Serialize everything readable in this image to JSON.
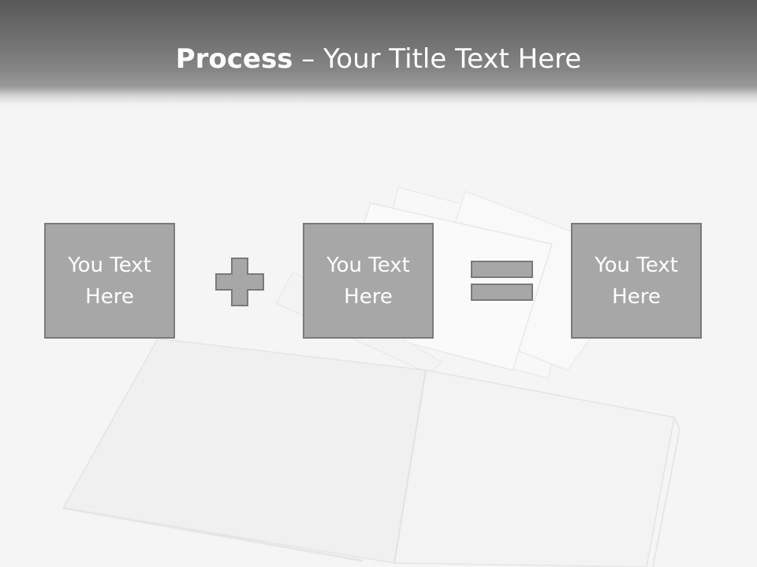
{
  "slide": {
    "title_bold": "Process",
    "title_rest": " – Your Title Text Here",
    "boxes": [
      {
        "text": "You Text Here"
      },
      {
        "text": "You Text Here"
      },
      {
        "text": "You Text Here"
      }
    ],
    "operators": {
      "plus_icon": "plus-icon",
      "equals_icon": "equals-icon"
    },
    "background_image": "open-book-photo",
    "colors": {
      "header_dark": "#585858",
      "box_fill": "#a7a7a7",
      "box_border": "#7a7a7a",
      "text": "#ffffff"
    }
  }
}
